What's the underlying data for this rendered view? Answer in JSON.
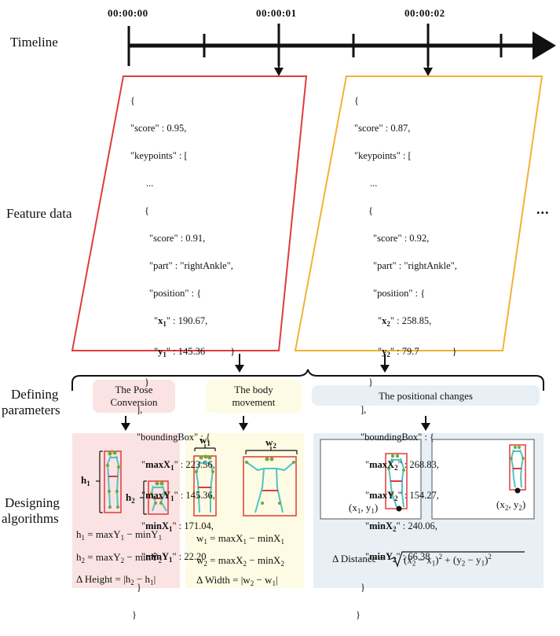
{
  "row_labels": {
    "timeline": "Timeline",
    "feature": "Feature data",
    "defining_1": "Defining",
    "defining_2": "parameters",
    "designing_1": "Designing",
    "designing_2": "algorithms"
  },
  "timestamps": [
    "00:00:00",
    "00:00:01",
    "00:00:02"
  ],
  "frame1": {
    "open": "{",
    "score_key": "\"score\"",
    "score_val": " : 0.95,",
    "keypoints_key": "\"keypoints\"",
    "keypoints_rest": " : [",
    "ellipsis": "...",
    "obj_open": "{",
    "kp_score": "\"score\" : 0.91,",
    "kp_part": "\"part\" : \"rightAnkle\",",
    "kp_position": "\"position\" : {",
    "x_name": "x",
    "x_sub": "1",
    "x_val": " : 190.67,",
    "y_name": "y",
    "y_sub": "1",
    "y_val": " : 145.36",
    "pos_close": "}",
    "obj_close": "}",
    "arr_close": "],",
    "bbox_key": "\"boundingBox\" : {",
    "maxX_name": "maxX",
    "maxX_sub": "1",
    "maxX_val": " : 223.56,",
    "maxY_name": "maxY",
    "maxY_sub": "1",
    "maxY_val": " : 145.36,",
    "minX_name": "minX",
    "minX_sub": "1",
    "minX_val": " : 171.04,",
    "minY_name": "minY",
    "minY_sub": "1",
    "minY_val": " : 22.20",
    "bbox_close": "}",
    "close": "}"
  },
  "frame2": {
    "open": "{",
    "score_key": "\"score\"",
    "score_val": " : 0.87,",
    "keypoints_key": "\"keypoints\"",
    "keypoints_rest": " : [",
    "ellipsis": "...",
    "obj_open": "{",
    "kp_score": "\"score\" : 0.92,",
    "kp_part": "\"part\" : \"rightAnkle\",",
    "kp_position": "\"position\" : {",
    "x_name": "x",
    "x_sub": "2",
    "x_val": " : 258.85,",
    "y_name": "y",
    "y_sub": "2",
    "y_val": " : 79.7",
    "pos_close": "}",
    "obj_close": "}",
    "arr_close": "],",
    "bbox_key": "\"boundingBox\" : {",
    "maxX_name": "maxX",
    "maxX_sub": "2",
    "maxX_val": " : 268.83,",
    "maxY_name": "maxY",
    "maxY_sub": "2",
    "maxY_val": " : 154.27,",
    "minX_name": "minX",
    "minX_sub": "2",
    "minX_val": " : 240.06,",
    "minY_name": "minY",
    "minY_sub": "2",
    "minY_val": " : 66.38",
    "bbox_close": "}",
    "close": "}"
  },
  "continuation": "...",
  "params": {
    "pose_1": "The Pose",
    "pose_2": "Conversion",
    "body_1": "The body",
    "body_2": "movement",
    "positional": "The positional changes"
  },
  "pose_panel": {
    "h1_label": "h",
    "h1_sub": "1",
    "h2_label": "h",
    "h2_sub": "2",
    "eq1_lhs": "h",
    "eq1_lhs_sub": "1",
    "eq1_mid": " = maxY",
    "eq1_mid_sub": "1",
    "eq1_rest": " − minY",
    "eq1_rest_sub": "1",
    "eq2_lhs": "h",
    "eq2_lhs_sub": "2",
    "eq2_mid": " = maxY",
    "eq2_mid_sub": "2",
    "eq2_rest": " − minY",
    "eq2_rest_sub": "2",
    "eq3": "Δ Height = |h",
    "eq3_sub_a": "2",
    "eq3_mid": " − h",
    "eq3_sub_b": "1",
    "eq3_end": "|"
  },
  "body_panel": {
    "w1_label": "w",
    "w1_sub": "1",
    "w2_label": "w",
    "w2_sub": "2",
    "eq1_lhs": "w",
    "eq1_lhs_sub": "1",
    "eq1_mid": " = maxX",
    "eq1_mid_sub": "1",
    "eq1_rest": " − minX",
    "eq1_rest_sub": "1",
    "eq2_lhs": "w",
    "eq2_lhs_sub": "2",
    "eq2_mid": " = maxX",
    "eq2_mid_sub": "2",
    "eq2_rest": " − minX",
    "eq2_rest_sub": "2",
    "eq3": "Δ Width = |w",
    "eq3_sub_a": "2",
    "eq3_mid": " − w",
    "eq3_sub_b": "1",
    "eq3_end": "|"
  },
  "positional_panel": {
    "p1": "(x",
    "p1_sub_x": "1",
    "p1_mid": ", y",
    "p1_sub_y": "1",
    "p1_end": ")",
    "p2": "(x",
    "p2_sub_x": "2",
    "p2_mid": ", y",
    "p2_sub_y": "2",
    "p2_end": ")",
    "eq_lhs": "Δ Distance = ",
    "eq_a": "(x",
    "eq_a_sub2": "2",
    "eq_a_mid": " − x",
    "eq_a_sub1": "1",
    "eq_a_end": ")",
    "eq_sq1": "2",
    "eq_plus": " + ",
    "eq_b": "(y",
    "eq_b_sub2": "2",
    "eq_b_mid": " − y",
    "eq_b_sub1": "1",
    "eq_b_end": ")",
    "eq_sq2": "2"
  },
  "colors": {
    "frame1_border": "#e03b3b",
    "frame2_border": "#f2b234",
    "pose_bg": "#fbe3e3",
    "body_bg": "#fdfbe3",
    "positional_bg": "#e8f0f6",
    "skeleton": "#4fc4c4",
    "joint": "#6aaa3a",
    "box": "#e03b3b"
  }
}
